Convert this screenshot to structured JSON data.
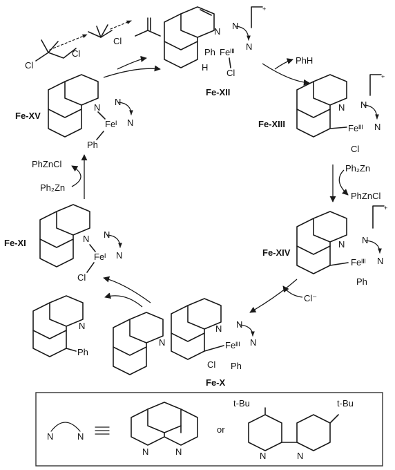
{
  "labels": {
    "fe_xii": "Fe-XII",
    "fe_xiii": "Fe-XIII",
    "fe_xiv": "Fe-XIV",
    "fe_x": "Fe-X",
    "fe_xi": "Fe-XI",
    "fe_xv": "Fe-XV"
  },
  "reagents": {
    "phh": "PhH",
    "ph2zn_right": "Ph₂Zn",
    "phznCl_right": "PhZnCl",
    "chloride": "Cl⁻",
    "ph2zn_left": "Ph₂Zn",
    "phznCl_left": "PhZnCl"
  },
  "atoms": {
    "N": "N",
    "H": "H",
    "Cl": "Cl",
    "Ph": "Ph",
    "plus": "+",
    "fe3": "Feᴵᴵᴵ",
    "fe1": "Feᴵ"
  },
  "legend": {
    "or": "or",
    "tbu": "t-Bu"
  }
}
